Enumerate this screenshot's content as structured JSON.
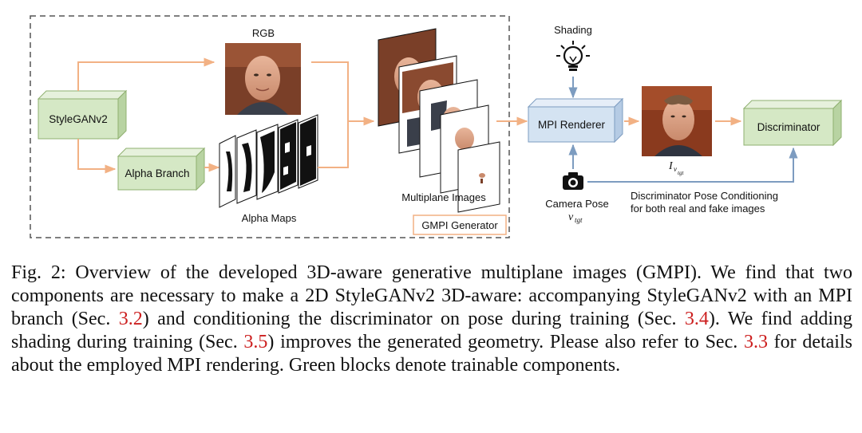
{
  "figure": {
    "labels": {
      "rgb": "RGB",
      "stylegan": "StyleGANv2",
      "alpha_branch": "Alpha Branch",
      "alpha_maps": "Alpha Maps",
      "multiplane": "Multiplane Images",
      "gmpi_generator": "GMPI Generator",
      "shading": "Shading",
      "mpi_renderer": "MPI Renderer",
      "discriminator": "Discriminator",
      "camera_pose": "Camera Pose",
      "pose_var": "v",
      "pose_sub": "tgt",
      "img_var": "I",
      "img_sub": "v",
      "img_subsub": "tgt",
      "disc_cond_line1": "Discriminator Pose Conditioning",
      "disc_cond_line2": "for both real and fake images"
    },
    "colors": {
      "green_box": "#d5e8c5",
      "green_border": "#8fb070",
      "blue_box": "#d4e3f2",
      "blue_border": "#7d9cc0",
      "orange_arrow": "#f2b184",
      "blue_arrow": "#7d9cc0",
      "dashed_border": "#555555",
      "generator_label_border": "#f2b184",
      "reference_red": "#cc1f1f"
    }
  },
  "caption": {
    "prefix": "Fig. 2: Overview of the developed 3D-aware generative multiplane images (GMPI). We find that two components are necessary to make a 2D StyleGANv2 3D-aware: accompanying StyleGANv2 with an MPI branch (Sec. ",
    "ref1": "3.2",
    "mid1": ") and conditioning the discriminator on pose during training (Sec. ",
    "ref2": "3.4",
    "mid2": "). We find adding shading during training (Sec. ",
    "ref3": "3.5",
    "mid3": ") improves the generated geometry. Please also refer to Sec. ",
    "ref4": "3.3",
    "suffix": " for details about the employed MPI rendering. Green blocks denote trainable components."
  }
}
